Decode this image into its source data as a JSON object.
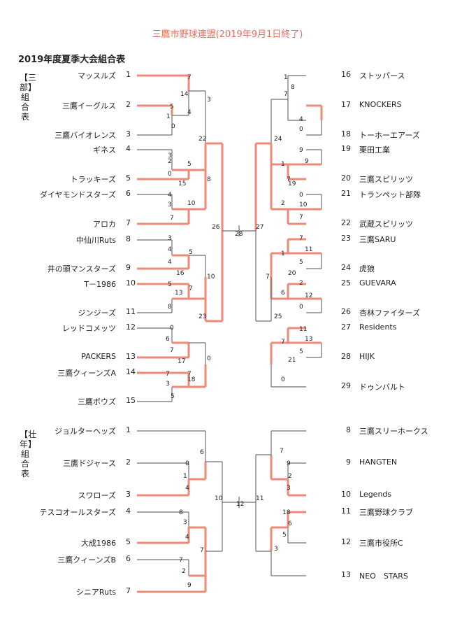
{
  "title": "三鷹市野球連盟(2019年9月1日終了)",
  "heading": "2019年度夏季大会組合表",
  "section1_label": "【三部】 組合表",
  "section2_label": "【壮年】 組合表",
  "colors": {
    "win": "#ef8a78",
    "line": "#707070",
    "title": "#e07060"
  },
  "div1_left": [
    {
      "no": "1",
      "name": "マッスルズ"
    },
    {
      "no": "2",
      "name": "三鷹イーグルス"
    },
    {
      "no": "3",
      "name": "三鷹バイオレンス"
    },
    {
      "no": "4",
      "name": "ギネス"
    },
    {
      "no": "5",
      "name": "トラッキーズ"
    },
    {
      "no": "6",
      "name": "ダイヤモンドスターズ"
    },
    {
      "no": "7",
      "name": "アロカ"
    },
    {
      "no": "8",
      "name": "中仙川Ruts"
    },
    {
      "no": "9",
      "name": "井の頭マンスターズ"
    },
    {
      "no": "10",
      "name": "T－1986"
    },
    {
      "no": "11",
      "name": "ジンジーズ"
    },
    {
      "no": "12",
      "name": "レッドコメッツ"
    },
    {
      "no": "13",
      "name": "PACKERS"
    },
    {
      "no": "14",
      "name": "三鷹クィーンズA"
    },
    {
      "no": "15",
      "name": "三鷹ボウズ"
    }
  ],
  "div1_right": [
    {
      "no": "16",
      "name": "ストッパース"
    },
    {
      "no": "17",
      "name": "KNOCKERS"
    },
    {
      "no": "18",
      "name": "トーホーエアーズ"
    },
    {
      "no": "19",
      "name": "栗田工業"
    },
    {
      "no": "20",
      "name": "三鷹スピリッツ"
    },
    {
      "no": "21",
      "name": "トランペット部隊"
    },
    {
      "no": "22",
      "name": "武蔵スピリッツ"
    },
    {
      "no": "23",
      "name": "三鷹SARU"
    },
    {
      "no": "24",
      "name": "虎狼"
    },
    {
      "no": "25",
      "name": "GUEVARA"
    },
    {
      "no": "26",
      "name": "杏林ファイターズ"
    },
    {
      "no": "27",
      "name": "Residents"
    },
    {
      "no": "28",
      "name": "HIJK"
    },
    {
      "no": "29",
      "name": "ドゥンバルト"
    }
  ],
  "div2_left": [
    {
      "no": "1",
      "name": "ジョルターヘッズ"
    },
    {
      "no": "2",
      "name": "三鷹ドジャース"
    },
    {
      "no": "3",
      "name": "スワローズ"
    },
    {
      "no": "4",
      "name": "テスコオールスターズ"
    },
    {
      "no": "5",
      "name": "大成1986"
    },
    {
      "no": "6",
      "name": "三鷹クィーンズB"
    },
    {
      "no": "7",
      "name": "シニアRuts"
    }
  ],
  "div2_right": [
    {
      "no": "8",
      "name": "三鷹スリーホークス"
    },
    {
      "no": "9",
      "name": "HANGTEN"
    },
    {
      "no": "10",
      "name": "Legends"
    },
    {
      "no": "11",
      "name": "三鷹野球クラブ"
    },
    {
      "no": "12",
      "name": "三鷹市役所C"
    },
    {
      "no": "13",
      "name": "NEO　STARS"
    }
  ],
  "scores": [
    "7",
    "14",
    "3",
    "5",
    "1",
    "4",
    "0",
    "3",
    "2",
    "5",
    "0",
    "15",
    "8",
    "22",
    "4",
    "3",
    "10",
    "7",
    "26",
    "28",
    "27",
    "3",
    "4",
    "5",
    "4",
    "16",
    "10",
    "5",
    "13",
    "7",
    "8",
    "23",
    "0",
    "6",
    "7",
    "17",
    "0",
    "7",
    "7",
    "3",
    "5",
    "18",
    "1",
    "7",
    "8",
    "4",
    "0",
    "24",
    "9",
    "1",
    "9",
    "7",
    "19",
    "0",
    "2",
    "10",
    "7",
    "7",
    "1",
    "11",
    "5",
    "20",
    "7",
    "2",
    "6",
    "12",
    "0",
    "25",
    "11",
    "7",
    "13",
    "5",
    "21",
    "0",
    "6",
    "0",
    "1",
    "4",
    "10",
    "12",
    "11",
    "8",
    "3",
    "4",
    "7",
    "7",
    "2",
    "9",
    "7",
    "9",
    "2",
    "3",
    "18",
    "6",
    "5",
    "3"
  ]
}
